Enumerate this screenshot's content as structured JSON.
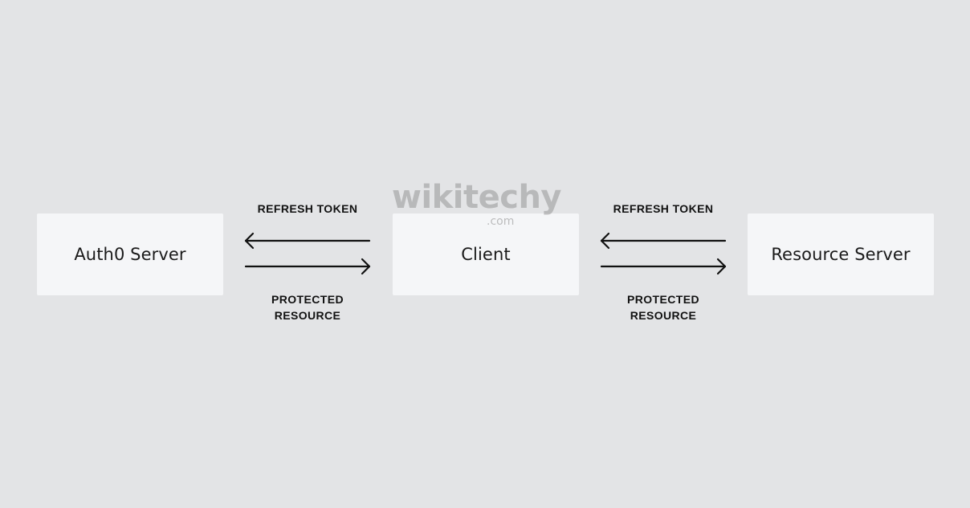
{
  "nodes": {
    "auth_server": "Auth0 Server",
    "client": "Client",
    "resource_server": "Resource Server"
  },
  "links": {
    "left": {
      "top_label": "REFRESH TOKEN",
      "bottom_label_line1": "PROTECTED",
      "bottom_label_line2": "RESOURCE"
    },
    "right": {
      "top_label": "REFRESH TOKEN",
      "bottom_label_line1": "PROTECTED",
      "bottom_label_line2": "RESOURCE"
    }
  },
  "watermark": {
    "main": "wikitechy",
    "sub": ".com"
  },
  "colors": {
    "background": "#e3e4e6",
    "box": "#f5f6f8",
    "text": "#111111"
  }
}
